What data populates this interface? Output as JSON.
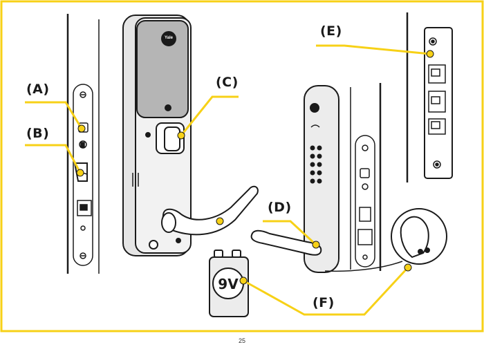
{
  "callouts": {
    "a": "(A)",
    "b": "(B)",
    "c": "(C)",
    "d": "(D)",
    "e": "(E)",
    "f": "(F)"
  },
  "brand_text": "Yale",
  "battery_label": "9V",
  "page_number": "25",
  "colors": {
    "frame": "#f7d117",
    "leader": "#f7d117",
    "ink": "#1a1a1a",
    "lock_body": "#d9d9d9",
    "cover": "#b5b5b5"
  }
}
